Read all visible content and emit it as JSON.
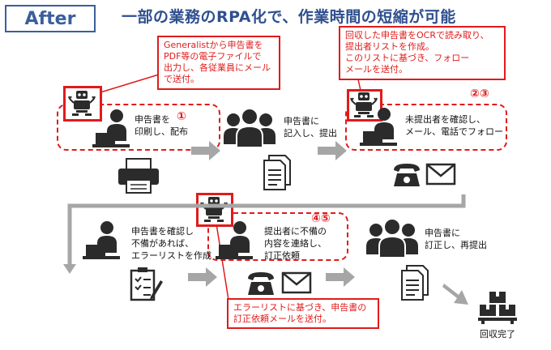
{
  "title": {
    "badge": "After",
    "headline": "一部の業務のRPA化で、作業時間の短縮が可能"
  },
  "callouts": {
    "c1": [
      "Generalistから申告書を",
      "PDF等の電子ファイルで",
      "出力し、各従業員にメール",
      "で送付。"
    ],
    "c2": [
      "回収した申告書をOCRで読み取り、",
      "提出者リストを作成。",
      "このリストに基づき、フォロー",
      "メールを送付。"
    ],
    "c3": [
      "エラーリストに基づき、申告書の",
      "訂正依頼メールを送付。"
    ]
  },
  "steps": {
    "s1": {
      "lines": [
        "申告書を",
        "印刷し、配布"
      ],
      "num": "①"
    },
    "s2": {
      "lines": [
        "申告書に",
        "記入し、提出"
      ]
    },
    "s3": {
      "lines": [
        "未提出者を確認し、",
        "メール、電話でフォロー"
      ],
      "num": "②③"
    },
    "s4": {
      "lines": [
        "申告書を確認し",
        "不備があれば、",
        "エラーリストを作成"
      ]
    },
    "s5": {
      "lines": [
        "提出者に不備の",
        "内容を連絡し、",
        "訂正依頼"
      ],
      "num": "④⑤"
    },
    "s6": {
      "lines": [
        "申告書に",
        "訂正し、再提出"
      ]
    }
  },
  "done_label": "回収完了",
  "colors": {
    "accent_red": "#e01b1b",
    "title_blue": "#2f4f8f",
    "arrow_gray": "#a6a6a6",
    "icon_dark": "#2b2b2b"
  }
}
